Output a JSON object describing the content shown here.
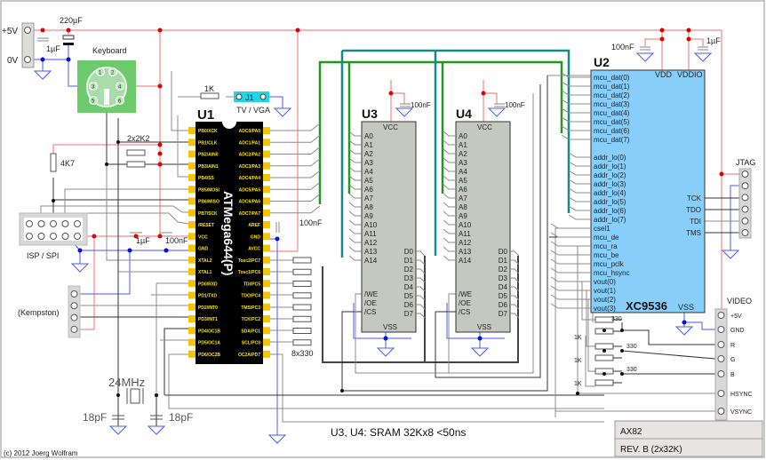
{
  "power": {
    "plus": "+5V",
    "zero": "0V",
    "cap_bulk": "220µF",
    "cap_small": "1µF"
  },
  "keyboard": {
    "label": "Keyboard",
    "pins": [
      "1",
      "2",
      "3",
      "4",
      "5",
      "6"
    ]
  },
  "j1": {
    "ref": "J1",
    "label": "TV / VGA",
    "resistor": "1K"
  },
  "u1": {
    "ref": "U1",
    "part": "ATMega644(P)",
    "left_pins": [
      "PB0/XCK",
      "PB1/CLK",
      "PB2/AIN0",
      "PB3/AIN1",
      "PB4/SS",
      "PB5/MOSI",
      "PB6/MISO",
      "PB7/SCK",
      "/RESET",
      "VCC",
      "GND",
      "XTAL2",
      "XTAL1",
      "PD0/RXD",
      "PD1/TXD",
      "PD2/INT0",
      "PD3/INT1",
      "PD4/OC1B",
      "PD5/OC1A",
      "PD6/OC2B"
    ],
    "right_pins": [
      "ADC0/PA0",
      "ADC1/PA1",
      "ADC2/PA2",
      "ADC3/PA3",
      "ADC4/PA4",
      "ADC5/PA5",
      "ADC6/PA6",
      "ADC7/PA7",
      "AREF",
      "GND",
      "AVCC",
      "Tosc2/PC7",
      "Tosc1/PC6",
      "TDI/PC5",
      "TDO/PC4",
      "TMS/PC3",
      "TCK/PC2",
      "SDA/PC1",
      "SCL/PC0",
      "OC2A/PD7"
    ],
    "pin_color": "#f5c400"
  },
  "sram": [
    {
      "ref": "U3",
      "cap": "100nF"
    },
    {
      "ref": "U4",
      "cap": "100nF"
    }
  ],
  "sram_pins": {
    "vcc": "VCC",
    "vss": "VSS",
    "address": [
      "A0",
      "A1",
      "A2",
      "A3",
      "A4",
      "A5",
      "A6",
      "A7",
      "A8",
      "A9",
      "A10",
      "A11",
      "A12",
      "A13",
      "A14"
    ],
    "data": [
      "D0",
      "D1",
      "D2",
      "D3",
      "D4",
      "D5",
      "D6",
      "D7"
    ],
    "control": [
      "/WE",
      "/OE",
      "/CS"
    ]
  },
  "u2": {
    "ref": "U2",
    "part": "XC9536",
    "vdd": "VDD",
    "vddio": "VDDIO",
    "vss": "VSS",
    "cap_vdd": "100nF",
    "cap_vddio": "1µF",
    "left_pins": [
      "mcu_dat(0)",
      "mcu_dat(1)",
      "mcu_dat(2)",
      "mcu_dat(3)",
      "mcu_dat(4)",
      "mcu_dat(5)",
      "mcu_dat(6)",
      "mcu_dat(7)",
      "",
      "addr_lo(0)",
      "addr_lo(1)",
      "addr_lo(2)",
      "addr_lo(3)",
      "addr_lo(4)",
      "addr_lo(5)",
      "addr_lo(6)",
      "addr_lo(7)",
      "csel1",
      "mcu_de",
      "mcu_ra",
      "mcu_be",
      "mcu_pclk",
      "mcu_hsync",
      "vout(0)",
      "vout(1)",
      "vout(2)",
      "vout(3)"
    ],
    "right_pins": [
      "TCK",
      "TDO",
      "TDI",
      "TMS"
    ],
    "color": "#87cefa"
  },
  "jtag": {
    "label": "JTAG"
  },
  "video": {
    "label": "VIDEO",
    "pins": [
      "+5V",
      "GND",
      "R",
      "G",
      "B",
      "HSYNC",
      "VSYNC"
    ]
  },
  "resistors": {
    "video_330": "330",
    "video_1k": "1K",
    "pullups": "2x2K2",
    "reset": "4K7",
    "series": "8x330"
  },
  "isp": {
    "label": "ISP / SPI",
    "cap1": "1µF",
    "cap2": "100nF"
  },
  "kempston": {
    "label": "(Kempston)"
  },
  "aref_cap": "100nF",
  "crystal": {
    "freq": "24MHz",
    "cap": "18pF"
  },
  "note": "U3, U4: SRAM 32Kx8 <50ns",
  "title_block": {
    "name": "AX82",
    "rev": "REV. B (2x32K)"
  },
  "copyright": "(c) 2012 Joerg Wolfram"
}
